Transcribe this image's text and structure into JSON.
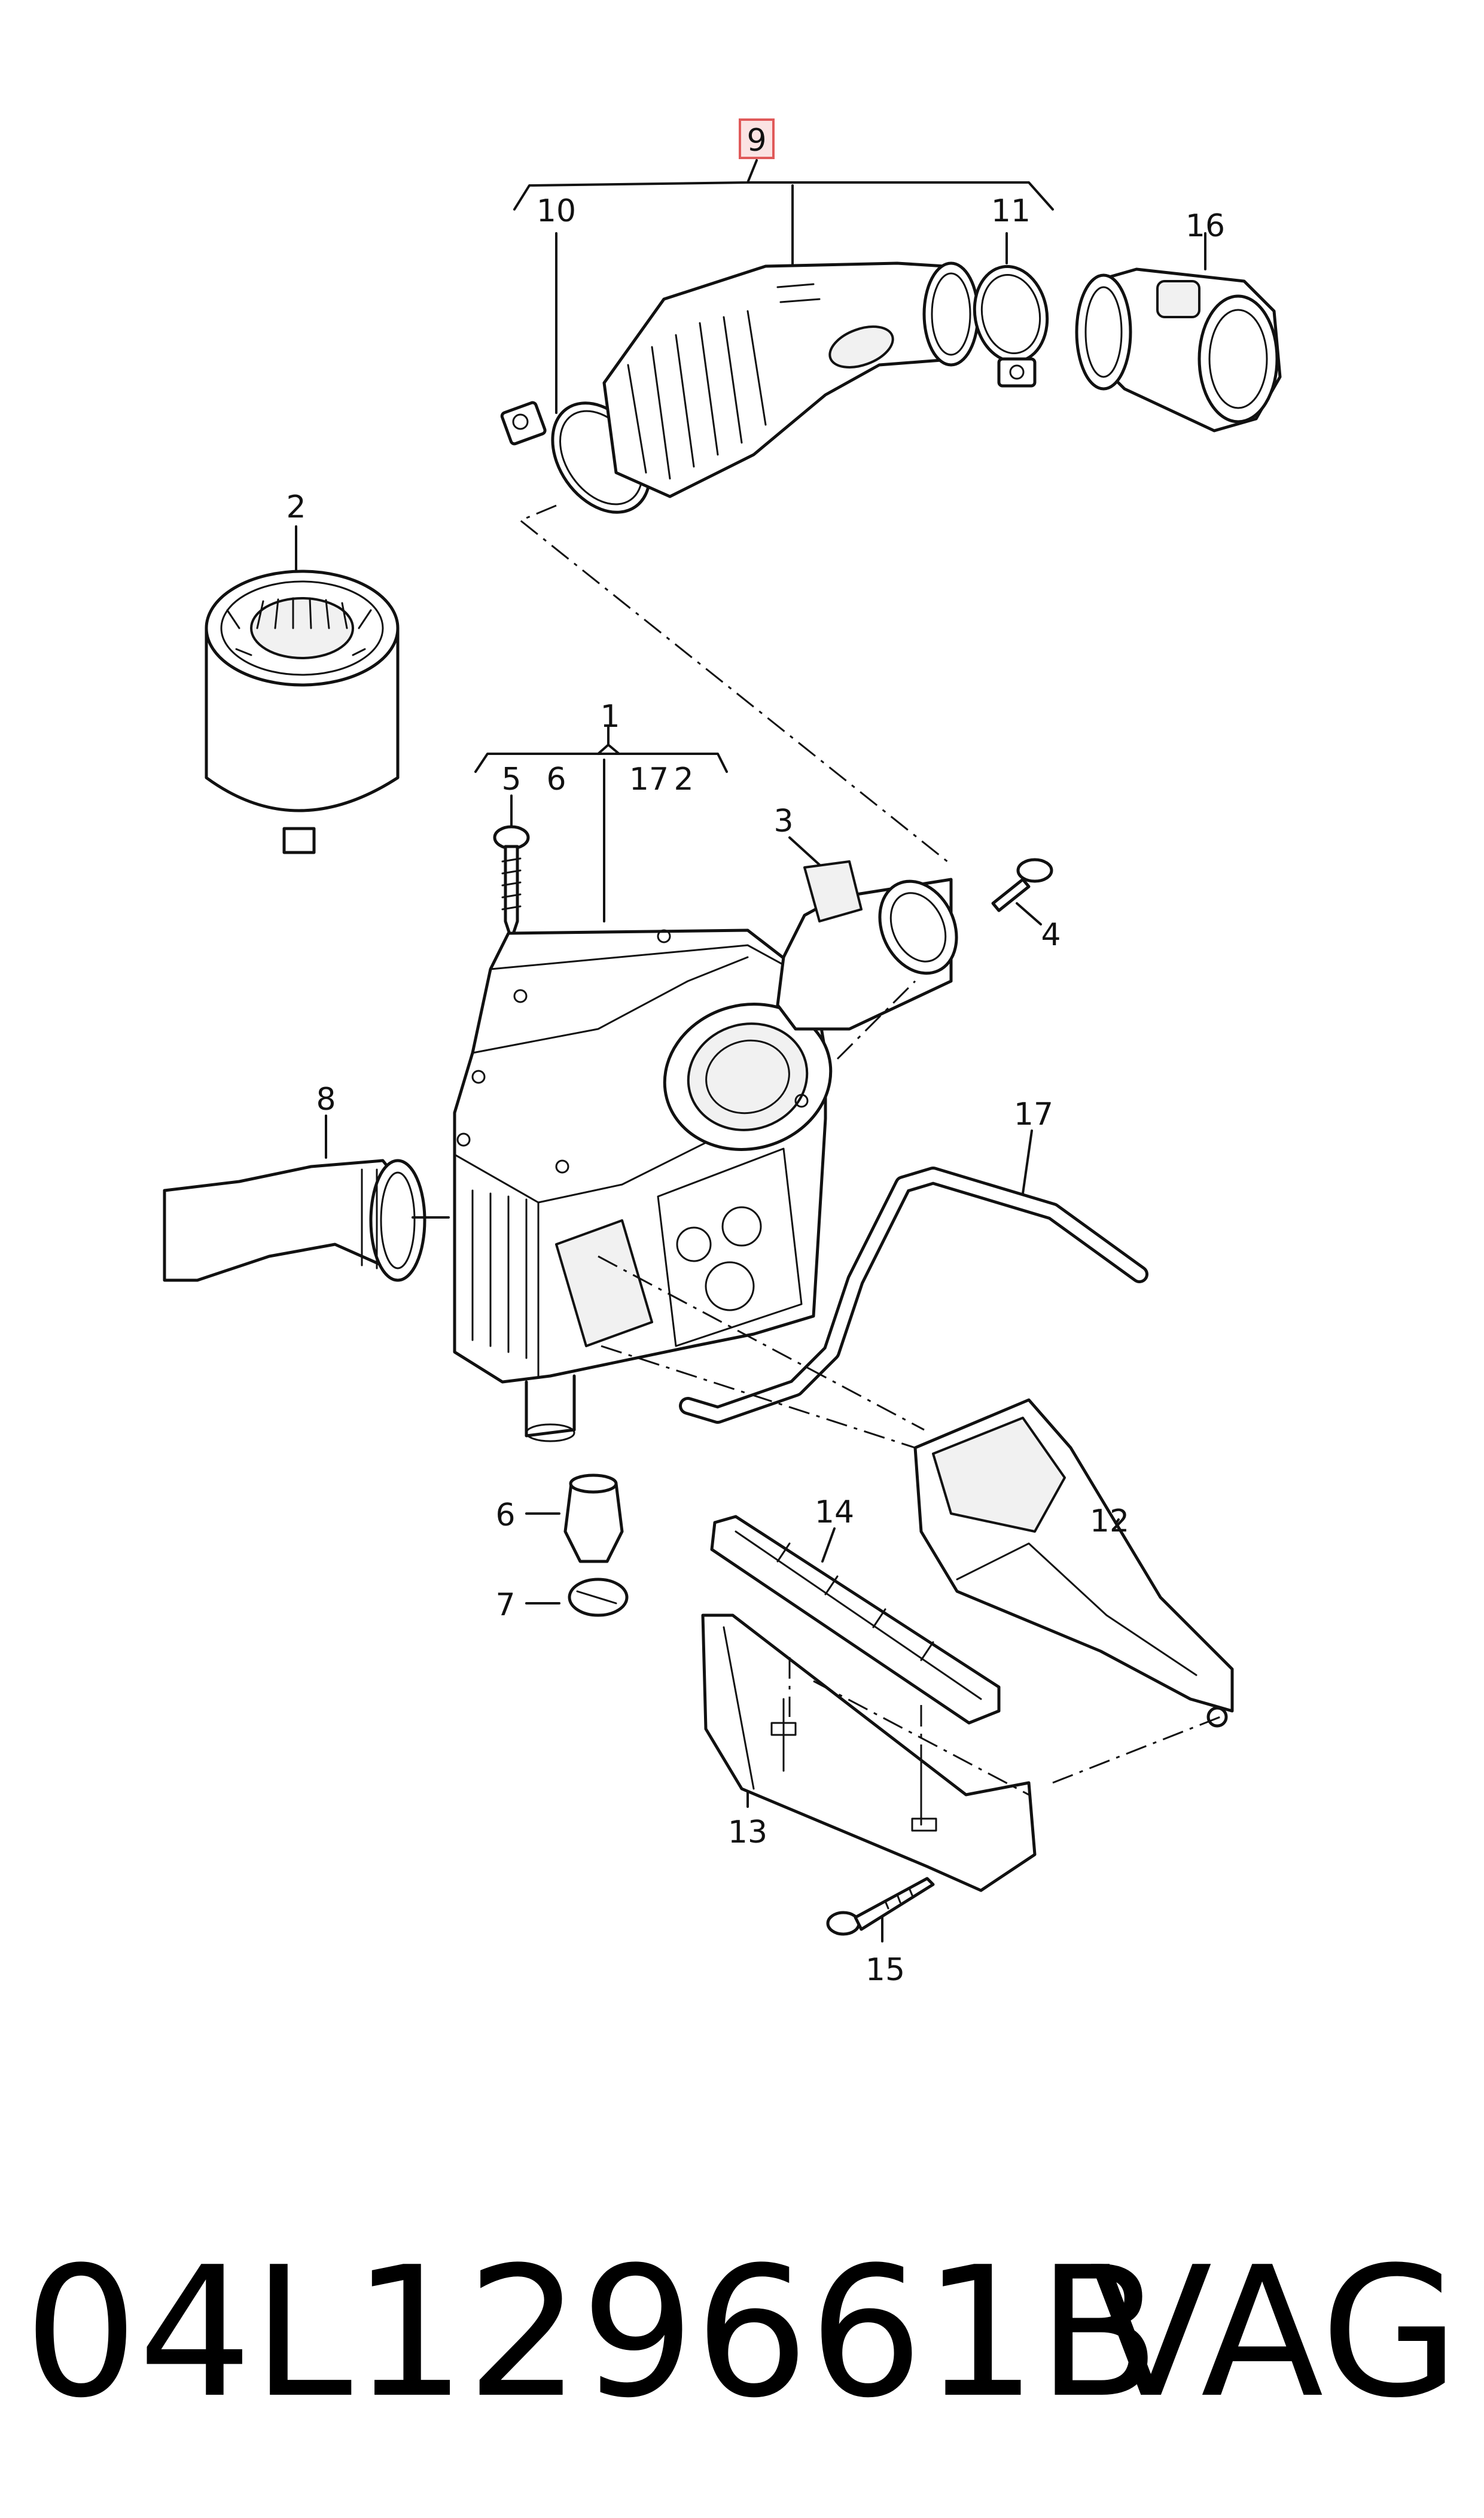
{
  "callouts": {
    "c1": "1",
    "c2": "2",
    "c2b": "2",
    "c3": "3",
    "c4": "4",
    "c5": "5",
    "c6": "6",
    "c6b": "6",
    "c7": "7",
    "c8": "8",
    "c9": "9",
    "c10": "10",
    "c11": "11",
    "c12": "12",
    "c13": "13",
    "c14": "14",
    "c15": "15",
    "c16": "16",
    "c17": "17",
    "c17b": "17"
  },
  "footer": {
    "part_number": "04L129661B",
    "brand": "VAG"
  },
  "colors": {
    "highlight_box": "#e05a5a",
    "highlight_fill": "#fbe3e3",
    "line": "#111111"
  }
}
